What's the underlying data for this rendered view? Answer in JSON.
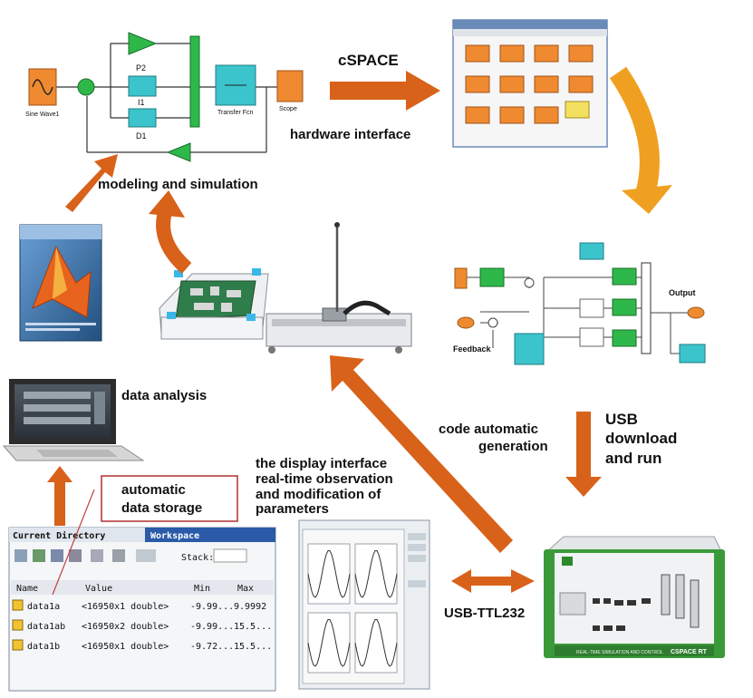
{
  "colors": {
    "arrow_orange": "#d8621a",
    "arrow_gold": "#f0a020",
    "sim_green": "#2fb84a",
    "sim_cyan": "#3cc4cc",
    "sim_orange": "#f08a30",
    "callout_red": "#b03030",
    "device_green": "#3a9a3a"
  },
  "labels": {
    "cspace": "cSPACE",
    "hardware_interface": "hardware interface",
    "modeling_simulation": "modeling and simulation",
    "data_analysis": "data analysis",
    "automatic": "automatic",
    "data_storage": "data storage",
    "display_1": "the display interface",
    "display_2": "real-time observation",
    "display_3": "and modification of",
    "display_4": "parameters",
    "code_1": "code automatic",
    "code_2": "generation",
    "usb_1": "USB",
    "usb_2": "download",
    "usb_3": "and run",
    "usb_ttl": "USB-TTL232"
  },
  "simulink": {
    "sine_wave": "Sine Wave1",
    "p2": "P2",
    "i1": "I1",
    "d1": "D1",
    "transfer_fcn": "Transfer Fcn",
    "scope": "Scope",
    "output": "Output",
    "feedback": "Feedback"
  },
  "workspace": {
    "tab_current": "Current Directory",
    "tab_workspace": "Workspace",
    "stack_label": "Stack:",
    "columns": [
      "Name",
      "Value",
      "Min",
      "Max"
    ],
    "rows": [
      {
        "name": "data1a",
        "value": "<16950x1 double>",
        "min": "-9.99...",
        "max": "9.9992"
      },
      {
        "name": "data1ab",
        "value": "<16950x2 double>",
        "min": "-9.99...",
        "max": "15.5..."
      },
      {
        "name": "data1b",
        "value": "<16950x1 double>",
        "min": "-9.72...",
        "max": "15.5..."
      }
    ]
  },
  "device": {
    "brand": "CSPACE RT",
    "subtitle": "REAL-TIME SIMULATION AND CONTROL"
  }
}
